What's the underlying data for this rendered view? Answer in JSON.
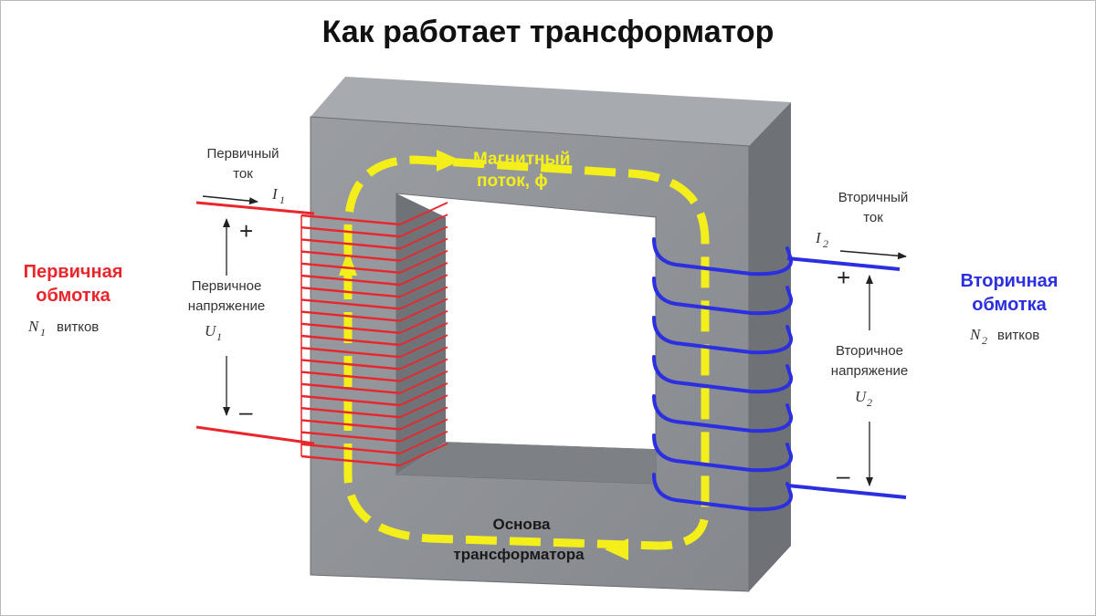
{
  "title": "Как работает трансформатор",
  "primary": {
    "current_label_1": "Первичный",
    "current_label_2": "ток",
    "current_symbol": "I",
    "current_sub": "1",
    "plus": "+",
    "minus": "–",
    "voltage_label_1": "Первичное",
    "voltage_label_2": "напряжение",
    "voltage_symbol": "U",
    "voltage_sub": "1",
    "winding_1": "Первичная",
    "winding_2": "обмотка",
    "turns_symbol": "N",
    "turns_sub": "1",
    "turns_label": "витков",
    "color": "#e8262b"
  },
  "secondary": {
    "current_label_1": "Вторичный",
    "current_label_2": "ток",
    "current_symbol": "I",
    "current_sub": "2",
    "plus": "+",
    "minus": "–",
    "voltage_label_1": "Вторичное",
    "voltage_label_2": "напряжение",
    "voltage_symbol": "U",
    "voltage_sub": "2",
    "winding_1": "Вторичная",
    "winding_2": "обмотка",
    "turns_symbol": "N",
    "turns_sub": "2",
    "turns_label": "витков",
    "color": "#2b2fe0"
  },
  "flux": {
    "label_1": "Магнитный",
    "label_2": "поток, ϕ",
    "color": "#f4ee1a"
  },
  "core": {
    "label_1": "Основа",
    "label_2": "трансформатора",
    "color": "#8e9196"
  }
}
